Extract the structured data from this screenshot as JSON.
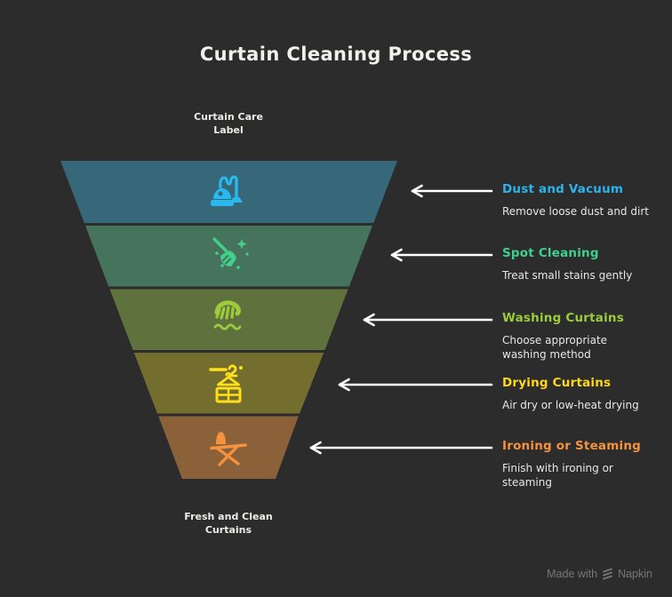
{
  "page": {
    "title": "Curtain Cleaning Process",
    "background": "#2c2c2c",
    "arrow_color": "#ffffff",
    "text_color": "#e9e7e4"
  },
  "funnel": {
    "top_label": "Curtain Care Label",
    "bottom_label": "Fresh and Clean Curtains",
    "stages": [
      {
        "name": "Dust and Vacuum",
        "description": "Remove loose dust and dirt",
        "segment_color": "#366879",
        "icon": "vacuum-cleaner-icon",
        "icon_color": "#29b9ee",
        "label_color": "#2bb4eb"
      },
      {
        "name": "Spot Cleaning",
        "description": "Treat small stains gently",
        "segment_color": "#45735b",
        "icon": "broom-sparkles-icon",
        "icon_color": "#41d08c",
        "label_color": "#3ed08d"
      },
      {
        "name": "Washing Curtains",
        "description": "Choose appropriate washing method",
        "segment_color": "#5f723e",
        "icon": "hand-washing-icon",
        "icon_color": "#9ccb3b",
        "label_color": "#9ccb3b"
      },
      {
        "name": "Drying Curtains",
        "description": "Air dry or low-heat drying",
        "segment_color": "#746e2e",
        "icon": "drying-rack-icon",
        "icon_color": "#ffdf1b",
        "label_color": "#ffd816"
      },
      {
        "name": "Ironing or Steaming",
        "description": "Finish with ironing or steaming",
        "segment_color": "#8a6138",
        "icon": "ironing-board-icon",
        "icon_color": "#f5923e",
        "label_color": "#f5923e"
      }
    ]
  },
  "watermark": {
    "prefix": "Made with",
    "brand": "Napkin",
    "logo": "napkin-logo-icon"
  }
}
